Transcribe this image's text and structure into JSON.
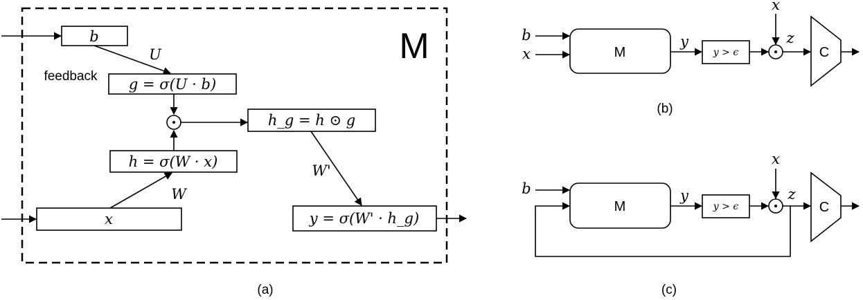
{
  "diagram_a": {
    "module_label": "M",
    "feedback_label": "feedback",
    "box_b": "b",
    "edge_u": "U",
    "box_g": "g = σ(U · b)",
    "gate_symbol": "⊙",
    "box_hg": "h_g = h ⊙ g",
    "box_h": "h = σ(W · x)",
    "edge_w": "W",
    "box_x": "x",
    "edge_wprime": "W'",
    "box_y": "y = σ(W' · h_g)",
    "caption": "(a)"
  },
  "diagram_b": {
    "input_b": "b",
    "input_x": "x",
    "module_label": "M",
    "output_y": "y",
    "threshold_box": "y > ϵ",
    "top_x": "x",
    "z_label": "z",
    "gate_symbol": "⊙",
    "classifier_label": "C",
    "caption": "(b)"
  },
  "diagram_c": {
    "input_b": "b",
    "module_label": "M",
    "output_y": "y",
    "threshold_box": "y > ϵ",
    "top_x": "x",
    "z_label": "z",
    "gate_symbol": "⊙",
    "classifier_label": "C",
    "caption": "(c)"
  }
}
